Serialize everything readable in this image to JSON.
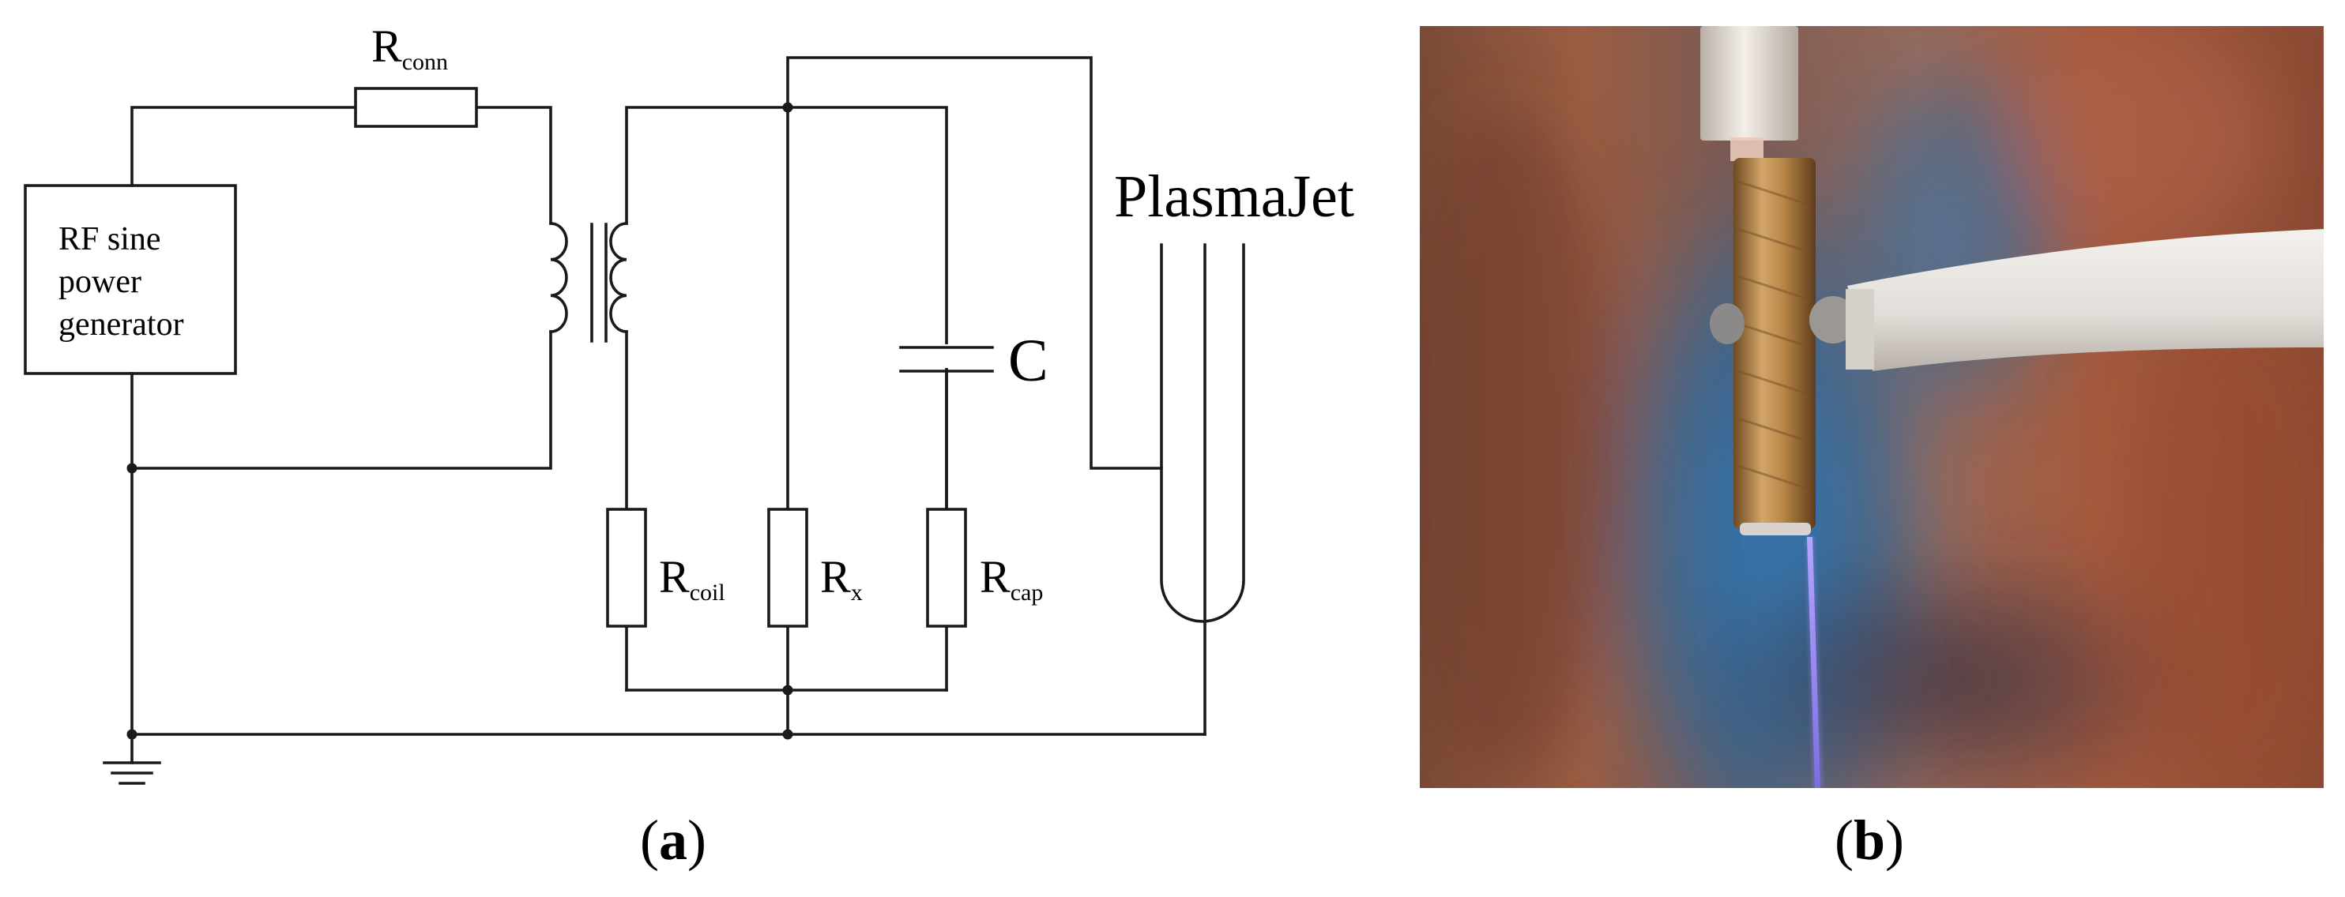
{
  "panel_a": {
    "r_conn": {
      "main": "R",
      "sub": "conn"
    },
    "generator": {
      "lines": [
        "RF sine",
        "power",
        "generator"
      ]
    },
    "capacitor": "C",
    "plasmajet": "PlasmaJet",
    "r_coil": {
      "main": "R",
      "sub": "coil"
    },
    "r_x": {
      "main": "R",
      "sub": "x"
    },
    "r_cap": {
      "main": "R",
      "sub": "cap"
    },
    "caption": {
      "open": "(",
      "letter": "a",
      "close": ")"
    }
  },
  "panel_b": {
    "photo": "plasma-jet-photo",
    "caption": {
      "open": "(",
      "letter": "b",
      "close": ")"
    }
  },
  "colors": {
    "line": "#1a1a1a",
    "plasma": "#8f7fe6",
    "copper": "#b98848",
    "background_blue": "#2f6a9d",
    "background_brown": "#8a5038"
  }
}
